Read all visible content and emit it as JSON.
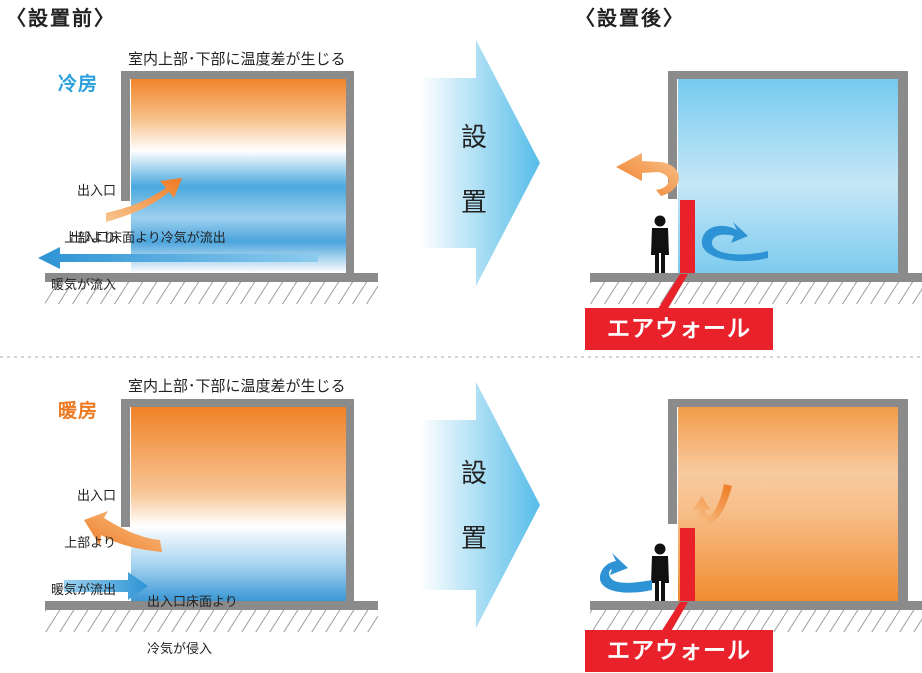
{
  "headers": {
    "before": "〈設置前〉",
    "after": "〈設置後〉"
  },
  "arrow_text": {
    "char1": "設",
    "char2": "置"
  },
  "note": "室内上部･下部に温度差が生じる",
  "cooling": {
    "mode_label": "冷房",
    "mode_color": "#2aa0dc",
    "inflow_lines": [
      "出入口",
      "上部より",
      "暖気が流入"
    ],
    "outflow_label": "出入口床面より冷気が流出"
  },
  "heating": {
    "mode_label": "暖房",
    "mode_color": "#ee7a22",
    "outflow_lines": [
      "出入口",
      "上部より",
      "暖気が流出"
    ],
    "inflow_lines": [
      "出入口床面より",
      "冷気が侵入"
    ]
  },
  "badge_label": "エアウォール",
  "colors": {
    "air_wall_red": "#e8212b",
    "cool_blue": "#2e93d4",
    "warm_orange": "#ee7a22",
    "wall_grey": "#8b8b8b"
  }
}
